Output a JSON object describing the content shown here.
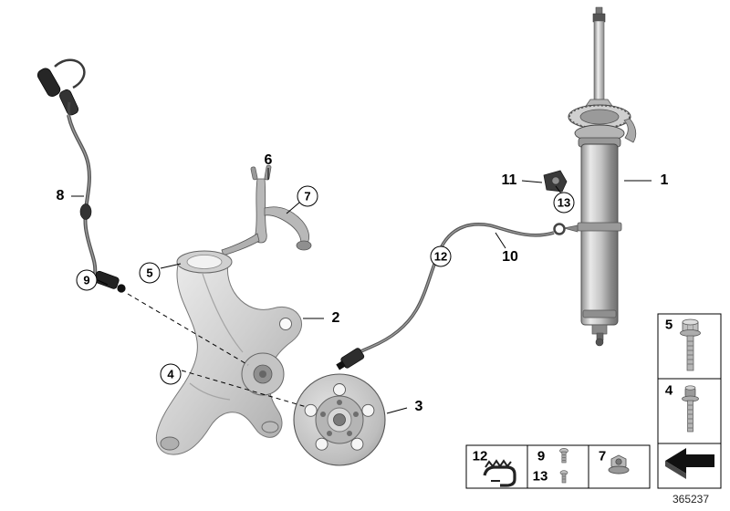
{
  "diagram": {
    "part_number": "365237",
    "colors": {
      "background": "#ffffff",
      "line": "#000000",
      "metal_light": "#ececec",
      "metal_mid": "#bdbdbd",
      "metal_dark": "#6f6f6f",
      "rubber_dark": "#262626"
    },
    "callouts": {
      "c1": "1",
      "c2": "2",
      "c3": "3",
      "c4": "4",
      "c5": "5",
      "c6": "6",
      "c7": "7",
      "c8": "8",
      "c9": "9",
      "c10": "10",
      "c11": "11",
      "c12": "12",
      "c13": "13"
    },
    "legend": {
      "bolt_long_label": "5",
      "bolt_short_label": "4",
      "clip_label": "12",
      "screw_label": "9",
      "screw2_label": "13",
      "nut_label": "7"
    }
  }
}
